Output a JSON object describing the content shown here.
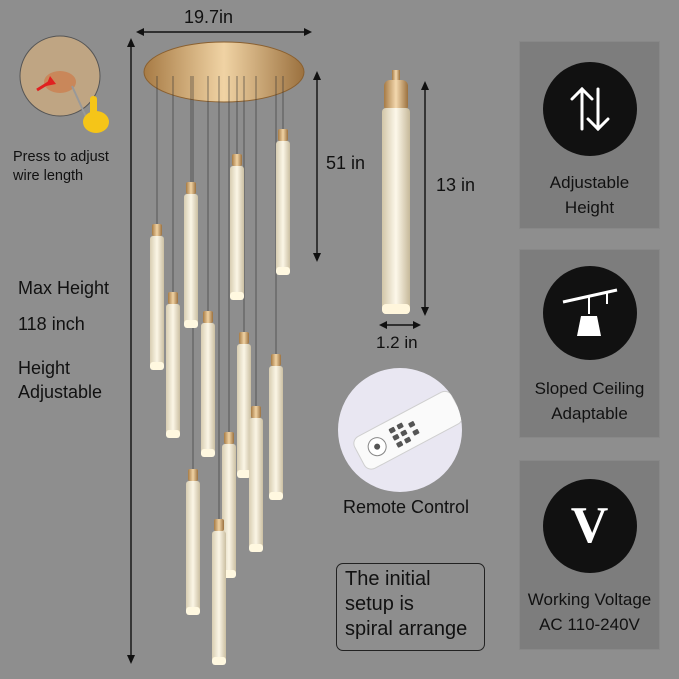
{
  "dimensions": {
    "width": "19.7in",
    "drop": "51 in",
    "tube_length": "13 in",
    "tube_width": "1.2 in"
  },
  "left_notes": {
    "press_line1": "Press to adjust",
    "press_line2": "wire length",
    "max_height_label": "Max Height",
    "max_height_value": "118 inch",
    "adjustable_line1": "Height",
    "adjustable_line2": "Adjustable"
  },
  "remote_label": "Remote Control",
  "setup_note": {
    "line1": "The initial",
    "line2": "setup is",
    "line3": "spiral arrange"
  },
  "features": [
    {
      "icon": "up-down-arrows-icon",
      "line1": "Adjustable",
      "line2": "Height"
    },
    {
      "icon": "sloped-ceiling-icon",
      "line1": "Sloped Ceiling",
      "line2": "Adaptable"
    },
    {
      "icon": "voltage-v-icon",
      "symbol": "V",
      "line1": "Working Voltage",
      "line2": "AC 110-240V"
    }
  ],
  "colors": {
    "background": "#8e8e8e",
    "panel": "#7d7d7d",
    "badge": "#111111",
    "gold": "#d4a86a",
    "crystal": "#efe6cf"
  }
}
